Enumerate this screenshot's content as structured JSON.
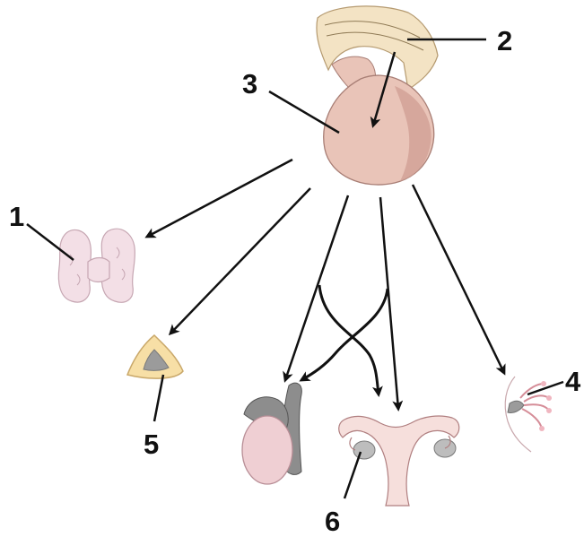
{
  "labels": {
    "one": "1",
    "two": "2",
    "three": "3",
    "four": "4",
    "five": "5",
    "six": "6"
  },
  "colors": {
    "pituitary": "#e9c4b8",
    "pituitary_shade": "#cf9d93",
    "hypothalamus": "#f3e3c4",
    "thyroid": "#f3dfe6",
    "adrenal_outer": "#f7dfa6",
    "adrenal_gray": "#9b9b9b",
    "testis": "#efcfd3",
    "uterus": "#f6dfdc",
    "ovary": "#bdbdbd",
    "arrow": "#111111"
  },
  "icons": [
    "pituitary-gland",
    "thyroid-gland",
    "adrenal-gland",
    "testis",
    "uterus-and-ovaries",
    "mammary-gland"
  ]
}
